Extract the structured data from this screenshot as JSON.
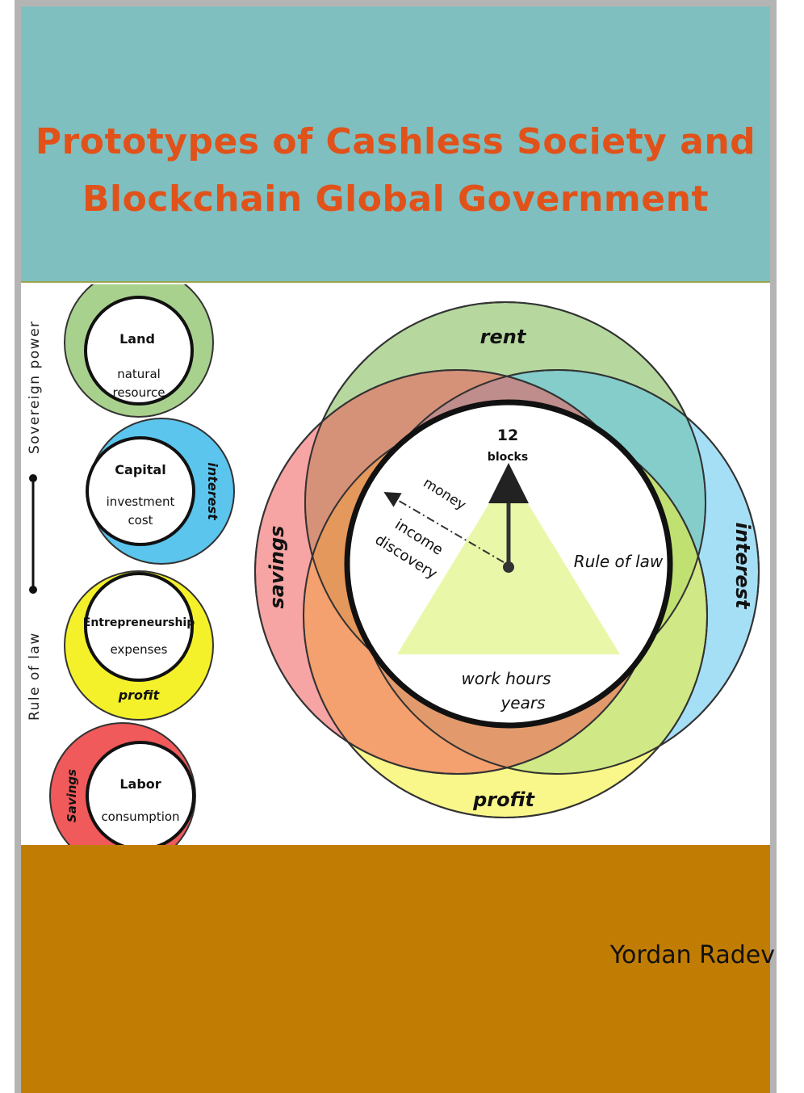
{
  "cover": {
    "title_line1": "Prototypes of Cashless Society and",
    "title_line2": "Blockchain Global Government",
    "author": "Yordan Radev"
  },
  "side_axis": {
    "upper_label": "Sovereign power",
    "lower_label": "Rule of law"
  },
  "factors": [
    {
      "name": "Land",
      "inner": [
        "natural",
        "resource"
      ],
      "outer": "",
      "color": "#a9d18e"
    },
    {
      "name": "Capital",
      "inner": [
        "investment",
        "cost"
      ],
      "outer": "interest",
      "color": "#5bc5ee"
    },
    {
      "name": "Entrepreneurship",
      "inner": [
        "expenses"
      ],
      "outer": "profit",
      "color": "#f4f12a"
    },
    {
      "name": "Labor",
      "inner": [
        "consumption"
      ],
      "outer": "Savings",
      "color": "#f05a5a"
    }
  ],
  "wheel": {
    "rings": [
      {
        "label": "rent",
        "color": "#a9d18e"
      },
      {
        "label": "interest",
        "color": "#5bc5ee"
      },
      {
        "label": "profit",
        "color": "#f4f12a"
      },
      {
        "label": "savings",
        "color": "#f05a5a"
      }
    ],
    "clock_top_number": "12",
    "clock_top_word": "blocks",
    "arrow_words": [
      "money",
      "income",
      "discovery"
    ],
    "right_label": "Rule of law",
    "bottom_line1": "work hours",
    "bottom_line2": "years",
    "triangle_color": "#e9f7a8"
  }
}
